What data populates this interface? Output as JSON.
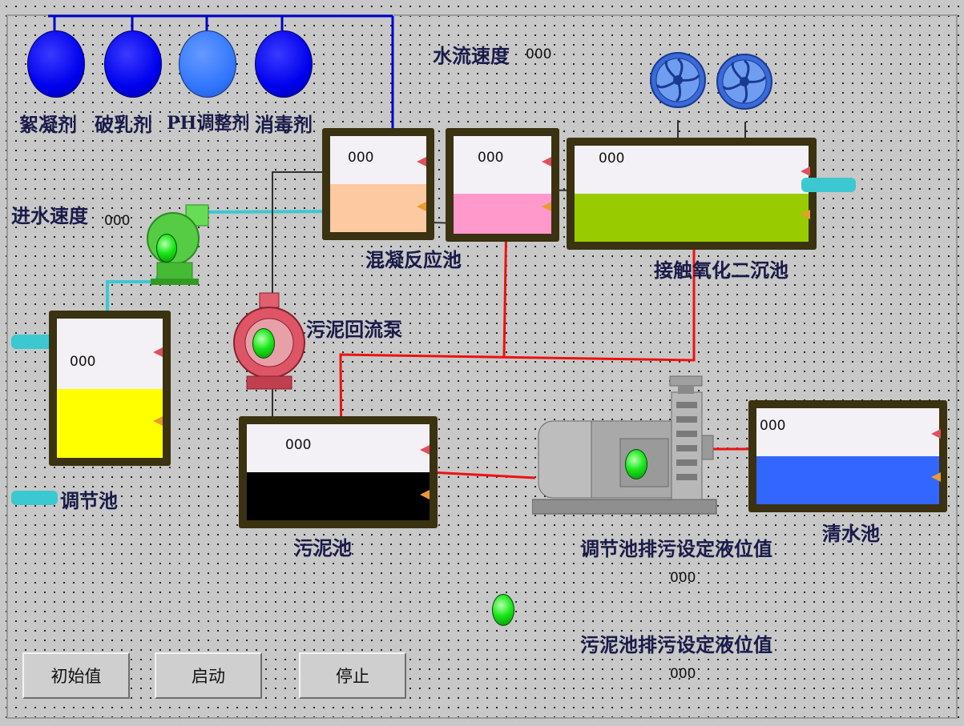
{
  "reagents": {
    "flocculant": "絮凝剂",
    "demulsifier": "破乳剂",
    "ph_adjuster": "PH调整剂",
    "disinfectant": "消毒剂"
  },
  "flow_speed": {
    "label": "水流速度",
    "value": "000"
  },
  "inflow_speed": {
    "label": "进水速度",
    "value": "000"
  },
  "tanks": {
    "regulating": {
      "label": "调节池",
      "value": "000"
    },
    "coagulation": {
      "label": "混凝反应池",
      "value": "000"
    },
    "reaction2": {
      "value": "000"
    },
    "contact_oxidation": {
      "label": "接触氧化二沉池",
      "value": "000"
    },
    "sludge": {
      "label": "污泥池",
      "value": "000"
    },
    "clear_water": {
      "label": "清水池",
      "value": "000"
    }
  },
  "sludge_return_pump": {
    "label": "污泥回流泵"
  },
  "setpoints": {
    "regulating_discharge": {
      "label": "调节池排污设定液位值",
      "value": "000"
    },
    "sludge_discharge": {
      "label": "污泥池排污设定液位值",
      "value": "000"
    }
  },
  "buttons": {
    "init": "初始值",
    "start": "启动",
    "stop": "停止"
  },
  "colors": {
    "tank_frame": "#3a3210",
    "regulating_liquid": "#ffff00",
    "coagulation_liquid": "#fcc9a0",
    "reaction2_liquid": "#ff99cc",
    "oxidation_liquid": "#99cc00",
    "sludge_liquid": "#000000",
    "clear_liquid": "#3366ff",
    "status_led": "#18e818",
    "reagent_pipe": "#0000cc",
    "sludge_pipe": "#ee1111",
    "water_pipe": "#3cc8d0"
  }
}
